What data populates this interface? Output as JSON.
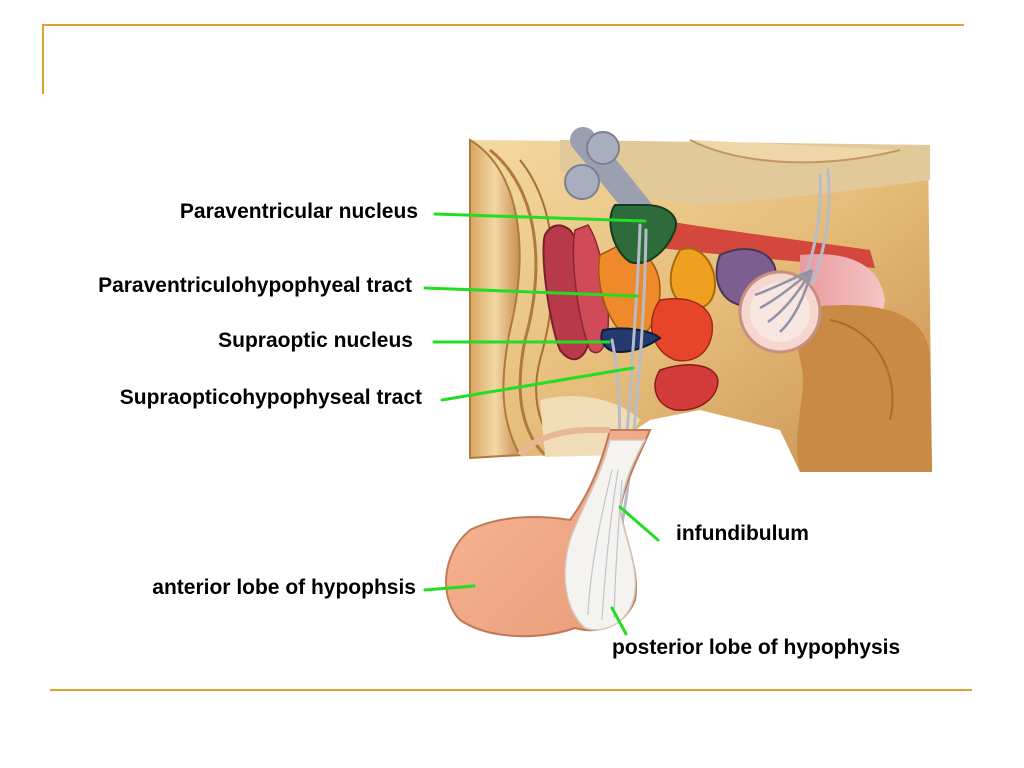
{
  "labels": {
    "paraventricular_nucleus": "Paraventricular nucleus",
    "paraventriculohypophyseal_tract": "Paraventriculohypophyeal tract",
    "supraoptic_nucleus": "Supraoptic nucleus",
    "supraopticohypophyseal_tract": "Supraopticohypophyseal tract",
    "infundibulum": "infundibulum",
    "anterior_lobe": "anterior lobe of hypophsis",
    "posterior_lobe": "posterior lobe of hypophysis"
  },
  "colors": {
    "accent_rule": "#d9a42e",
    "leader_line": "#22dd22"
  }
}
